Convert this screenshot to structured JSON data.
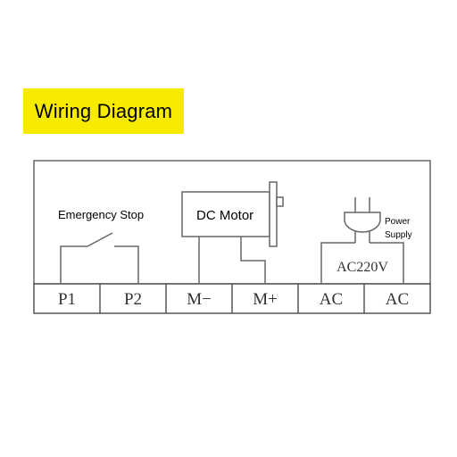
{
  "title": "Wiring Diagram",
  "labels": {
    "emergency_stop": "Emergency Stop",
    "dc_motor": "DC Motor",
    "power_supply_line1": "Power",
    "power_supply_line2": "Supply",
    "ac220v": "AC220V"
  },
  "terminals": [
    "P1",
    "P2",
    "M−",
    "M+",
    "AC",
    "AC"
  ],
  "colors": {
    "banner": "#f7ec00",
    "line": "#666666"
  }
}
